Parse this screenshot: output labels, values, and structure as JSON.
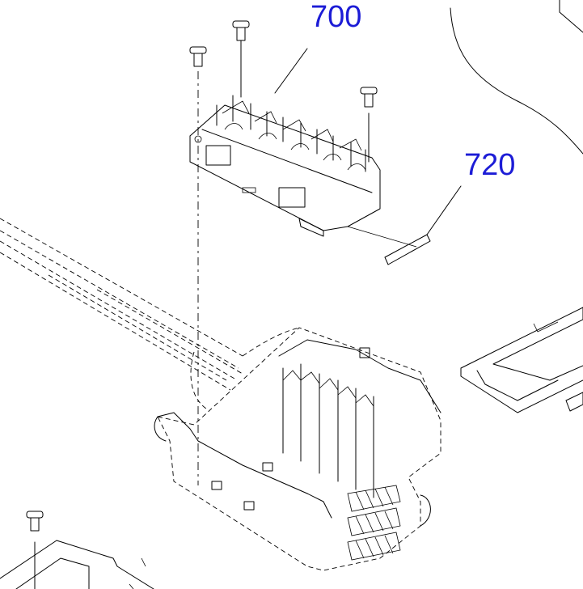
{
  "diagram": {
    "callouts": [
      {
        "id": "carriage-assembly",
        "label": "700"
      },
      {
        "id": "pad",
        "label": "720"
      }
    ],
    "label_color": "#1c1cd6",
    "line_color": "#000000"
  }
}
